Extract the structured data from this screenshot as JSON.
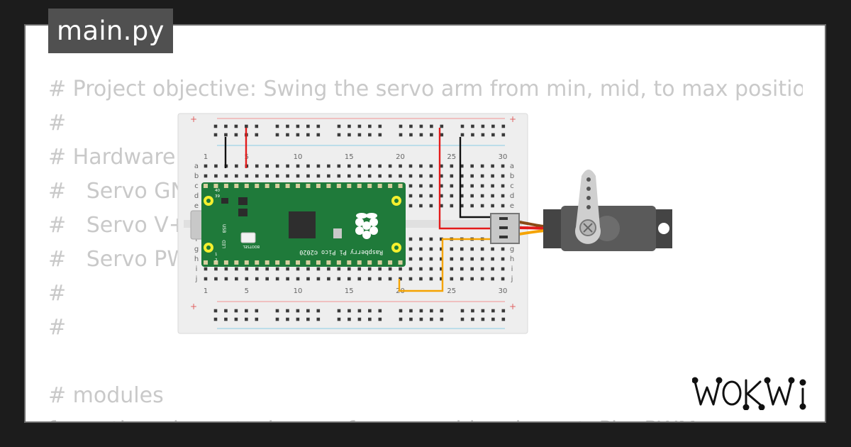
{
  "editor": {
    "tab_label": "main.py",
    "code_lines": [
      "# Project objective: Swing the servo arm from min, mid, to max position",
      "#",
      "# Hardware",
      "#   Servo GND",
      "#   Servo V+",
      "#   Servo PWM",
      "#",
      "#",
      "",
      "# modules",
      "from  time  import  sleep     from  machine  import  Pin, PWM"
    ]
  },
  "breadboard": {
    "column_numbers": [
      "1",
      "5",
      "10",
      "15",
      "20",
      "25",
      "30"
    ],
    "row_letters_top": [
      "a",
      "b",
      "c",
      "d",
      "e"
    ],
    "row_letters_bottom": [
      "f",
      "g",
      "h",
      "i",
      "j"
    ],
    "rail_plus": "+",
    "rail_minus": "-"
  },
  "pico": {
    "silkscreen": "Raspberry Pi Pico ©2020",
    "usb_label": "USB",
    "led_label": "LED",
    "bootsel_label": "BOOTSEL",
    "pin_labels": [
      "39",
      "40",
      "1",
      "2"
    ],
    "board_color": "#1f7a3a"
  },
  "wires": {
    "gnd_color": "#111111",
    "power_color": "#e31b1b",
    "signal_color": "#f5a300"
  },
  "brand": {
    "name": "WOKWI"
  }
}
